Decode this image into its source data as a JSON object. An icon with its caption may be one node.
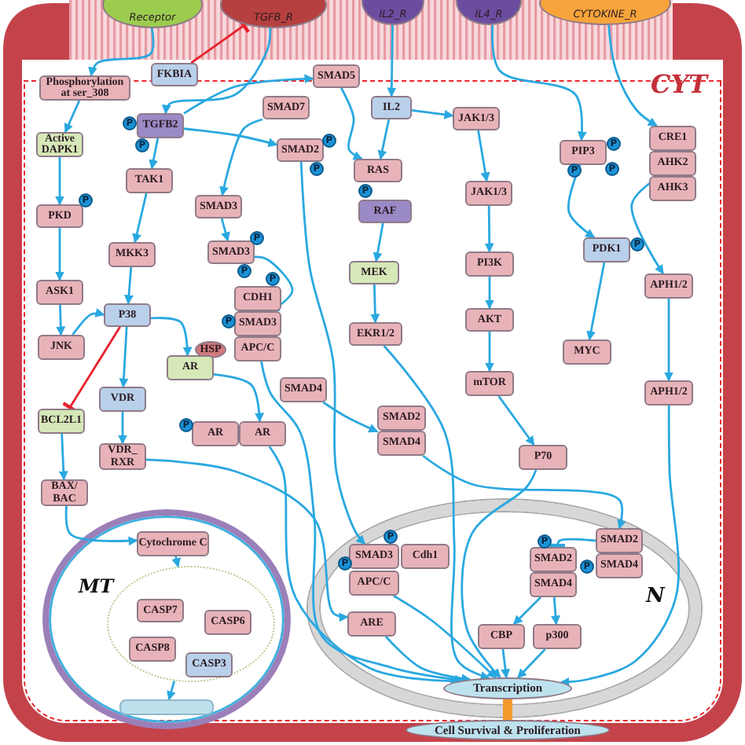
{
  "diagram": {
    "nodes": [
      {
        "text": [
          "Receptor"
        ]
      },
      {
        "text": [
          "TGFB_R"
        ]
      },
      {
        "text": [
          "IL2_R"
        ]
      },
      {
        "text": [
          "IL4_R"
        ]
      },
      {
        "text": [
          "CYTOKINE_R"
        ]
      },
      {
        "text": [
          "CYT"
        ]
      },
      {
        "text": [
          "Phosphorylation at ser_308"
        ],
        "in": 5
      },
      {
        "text": [
          "FKBIA"
        ],
        "in": 5
      },
      {
        "text": [
          "SMAD5"
        ],
        "in": 5
      },
      {
        "text": [
          "IL2"
        ],
        "in": 5
      },
      {
        "text": [
          "CRE1"
        ],
        "in": 5
      },
      {
        "text": [
          "AHK2"
        ],
        "in": 5
      },
      {
        "text": [
          "AHK3"
        ],
        "in": 5
      },
      {
        "text": [
          "SMAD7"
        ],
        "in": 5
      },
      {
        "text": [
          "TGFB2"
        ],
        "in": 5
      },
      {
        "text": [
          "JAK1/3"
        ],
        "in": 5
      },
      {
        "text": [
          "Active DAPK1"
        ],
        "in": 5
      },
      {
        "text": [
          "SMAD2"
        ],
        "in": 5
      },
      {
        "text": [
          "PIP3"
        ],
        "in": 5
      },
      {
        "text": [
          "RAS"
        ],
        "in": 5
      },
      {
        "text": [
          "TAK1"
        ],
        "in": 5
      },
      {
        "text": [
          "JAK1/3"
        ],
        "in": 5
      },
      {
        "text": [
          "SMAD3"
        ],
        "in": 5
      },
      {
        "text": [
          "RAF"
        ],
        "in": 5
      },
      {
        "text": [
          "PKD"
        ],
        "in": 5
      },
      {
        "text": [
          "SMAD3"
        ],
        "in": 5
      },
      {
        "text": [
          "MKK3"
        ],
        "in": 5
      },
      {
        "text": [
          "PDK1"
        ],
        "in": 5
      },
      {
        "text": [
          "MEK"
        ],
        "in": 5
      },
      {
        "text": [
          "PI3K"
        ],
        "in": 5
      },
      {
        "text": [
          "APH1/2"
        ],
        "in": 5
      },
      {
        "text": [
          "ASK1"
        ],
        "in": 5
      },
      {
        "text": [
          "CDH1"
        ],
        "in": 5
      },
      {
        "text": [
          "P38"
        ],
        "in": 5
      },
      {
        "text": [
          "AKT"
        ],
        "in": 5
      },
      {
        "text": [
          "SMAD3"
        ],
        "in": 5
      },
      {
        "text": [
          "EKR1/2"
        ],
        "in": 5
      },
      {
        "text": [
          "JNK"
        ],
        "in": 5
      },
      {
        "text": [
          "HSP"
        ],
        "in": 5
      },
      {
        "text": [
          "APC/C"
        ],
        "in": 5
      },
      {
        "text": [
          "AR"
        ],
        "in": 5
      },
      {
        "text": [
          "MYC"
        ],
        "in": 5
      },
      {
        "text": [
          "mTOR"
        ],
        "in": 5
      },
      {
        "text": [
          "SMAD4"
        ],
        "in": 5
      },
      {
        "text": [
          "VDR"
        ],
        "in": 5
      },
      {
        "text": [
          "APH1/2"
        ],
        "in": 5
      },
      {
        "text": [
          "SMAD2"
        ],
        "in": 5
      },
      {
        "text": [
          "BCL2L1"
        ],
        "in": 5
      },
      {
        "text": [
          "AR"
        ],
        "in": 5
      },
      {
        "text": [
          "AR"
        ],
        "in": 5
      },
      {
        "text": [
          "SMAD4"
        ],
        "in": 5
      },
      {
        "text": [
          "VDR_ RXR"
        ],
        "in": 5
      },
      {
        "text": [
          "P70"
        ],
        "in": 5
      },
      {
        "text": [
          "BAX/ BAC"
        ],
        "in": 5
      },
      {
        "text": [
          "MT"
        ],
        "in": 5
      },
      {
        "text": [
          "Cytochrome C"
        ],
        "in": 54
      },
      {
        "text": [],
        "shape": "circle",
        "in": 54
      },
      {
        "text": [
          "CASP7"
        ],
        "in": 56
      },
      {
        "text": [
          "CASP6"
        ],
        "in": 56
      },
      {
        "text": [
          "CASP8"
        ],
        "in": 56
      },
      {
        "text": [
          "CASP3"
        ],
        "in": 56
      },
      {
        "text": [
          "N"
        ],
        "in": 5
      },
      {
        "text": [
          "SMAD3"
        ],
        "in": 61
      },
      {
        "text": [
          "Cdh1"
        ],
        "in": 61
      },
      {
        "text": [
          "SMAD2"
        ],
        "in": 61
      },
      {
        "text": [
          "SMAD2"
        ],
        "in": 61
      },
      {
        "text": [
          "APC/C"
        ],
        "in": 61
      },
      {
        "text": [
          "SMAD4"
        ],
        "in": 61
      },
      {
        "text": [
          "SMAD4"
        ],
        "in": 61
      },
      {
        "text": [
          "ARE"
        ],
        "in": 61
      },
      {
        "text": [
          "CBP"
        ],
        "in": 61
      },
      {
        "text": [
          "p300"
        ],
        "in": 61
      },
      {
        "text": [
          "Transcription"
        ],
        "in": 61
      },
      {
        "text": [
          "Cell Survival & Proliferation"
        ],
        "in": 5
      },
      {
        "text": [],
        "shape": "box",
        "in": 54
      }
    ],
    "edges": [
      {
        "from": 0,
        "to": 6,
        "arrow": "to"
      },
      {
        "from": 6,
        "to": 16,
        "arrow": "to"
      },
      {
        "from": 16,
        "to": 24,
        "arrow": "to"
      },
      {
        "from": 24,
        "to": 31,
        "arrow": "to"
      },
      {
        "from": 31,
        "to": 37,
        "arrow": "to"
      },
      {
        "from": 37,
        "to": 33,
        "arrow": "to"
      },
      {
        "from": 26,
        "to": 33,
        "arrow": "to"
      },
      {
        "from": 20,
        "to": 26,
        "arrow": "to"
      },
      {
        "from": 14,
        "to": 20,
        "arrow": "to"
      },
      {
        "from": 1,
        "to": 14,
        "arrow": "to"
      },
      {
        "from": 7,
        "to": 1,
        "arrow": "other",
        "color": "#e8202a"
      },
      {
        "from": 14,
        "to": 8,
        "arrow": "to"
      },
      {
        "from": 14,
        "to": 17,
        "arrow": "to"
      },
      {
        "from": 13,
        "to": 22,
        "arrow": "to"
      },
      {
        "from": 22,
        "to": 25,
        "arrow": "to"
      },
      {
        "from": 25,
        "to": 35,
        "arrow": "to"
      },
      {
        "from": 8,
        "to": 19,
        "arrow": "to"
      },
      {
        "from": 2,
        "to": 9,
        "arrow": "to"
      },
      {
        "from": 9,
        "to": 15,
        "arrow": "to"
      },
      {
        "from": 9,
        "to": 19,
        "arrow": "to"
      },
      {
        "from": 23,
        "to": 28,
        "arrow": "to"
      },
      {
        "from": 28,
        "to": 36,
        "arrow": "to"
      },
      {
        "from": 36,
        "to": 72,
        "arrow": "to"
      },
      {
        "from": 15,
        "to": 21,
        "arrow": "to"
      },
      {
        "from": 21,
        "to": 29,
        "arrow": "to"
      },
      {
        "from": 29,
        "to": 34,
        "arrow": "to"
      },
      {
        "from": 34,
        "to": 42,
        "arrow": "to"
      },
      {
        "from": 42,
        "to": 52,
        "arrow": "to"
      },
      {
        "from": 52,
        "to": 72,
        "arrow": "to"
      },
      {
        "from": 3,
        "to": 18,
        "arrow": "to"
      },
      {
        "from": 18,
        "to": 27,
        "arrow": "to"
      },
      {
        "from": 27,
        "to": 41,
        "arrow": "to"
      },
      {
        "from": 4,
        "to": 10,
        "arrow": "to"
      },
      {
        "from": 11,
        "to": 30,
        "arrow": "to"
      },
      {
        "from": 30,
        "to": 45,
        "arrow": "to"
      },
      {
        "from": 45,
        "to": 72,
        "arrow": "to"
      },
      {
        "from": 33,
        "to": 40,
        "arrow": "to"
      },
      {
        "from": 33,
        "to": 44,
        "arrow": "to"
      },
      {
        "from": 33,
        "to": 47,
        "arrow": "other",
        "color": "#e8202a"
      },
      {
        "from": 44,
        "to": 51,
        "arrow": "to"
      },
      {
        "from": 51,
        "to": 69,
        "arrow": "to"
      },
      {
        "from": 47,
        "to": 53,
        "arrow": "to"
      },
      {
        "from": 53,
        "to": 55,
        "arrow": "to"
      },
      {
        "from": 55,
        "to": 56,
        "arrow": "to"
      },
      {
        "from": 56,
        "to": 74,
        "arrow": "to"
      },
      {
        "from": 40,
        "to": 49,
        "arrow": "to"
      },
      {
        "from": 49,
        "to": 72,
        "arrow": "to"
      },
      {
        "from": 17,
        "to": 62,
        "arrow": "to"
      },
      {
        "from": 39,
        "to": 72,
        "arrow": "to"
      },
      {
        "from": 43,
        "to": 50,
        "arrow": "to"
      },
      {
        "from": 50,
        "to": 64,
        "arrow": "to"
      },
      {
        "from": 64,
        "to": 65,
        "arrow": "other"
      },
      {
        "from": 68,
        "to": 70,
        "arrow": "to"
      },
      {
        "from": 68,
        "to": 71,
        "arrow": "to"
      },
      {
        "from": 70,
        "to": 72,
        "arrow": "to"
      },
      {
        "from": 71,
        "to": 72,
        "arrow": "to"
      },
      {
        "from": 66,
        "to": 72,
        "arrow": "to"
      },
      {
        "from": 69,
        "to": 72,
        "arrow": "to"
      },
      {
        "from": 72,
        "to": 73,
        "arrow": "none",
        "style": "thick",
        "color": "#f39a2e"
      }
    ],
    "labels": [
      "P",
      "P",
      "P",
      "P",
      "P",
      "P",
      "P",
      "P",
      "P",
      "P",
      "P",
      "P",
      "P",
      "P",
      "P",
      "P",
      "P",
      "P",
      "P"
    ]
  }
}
